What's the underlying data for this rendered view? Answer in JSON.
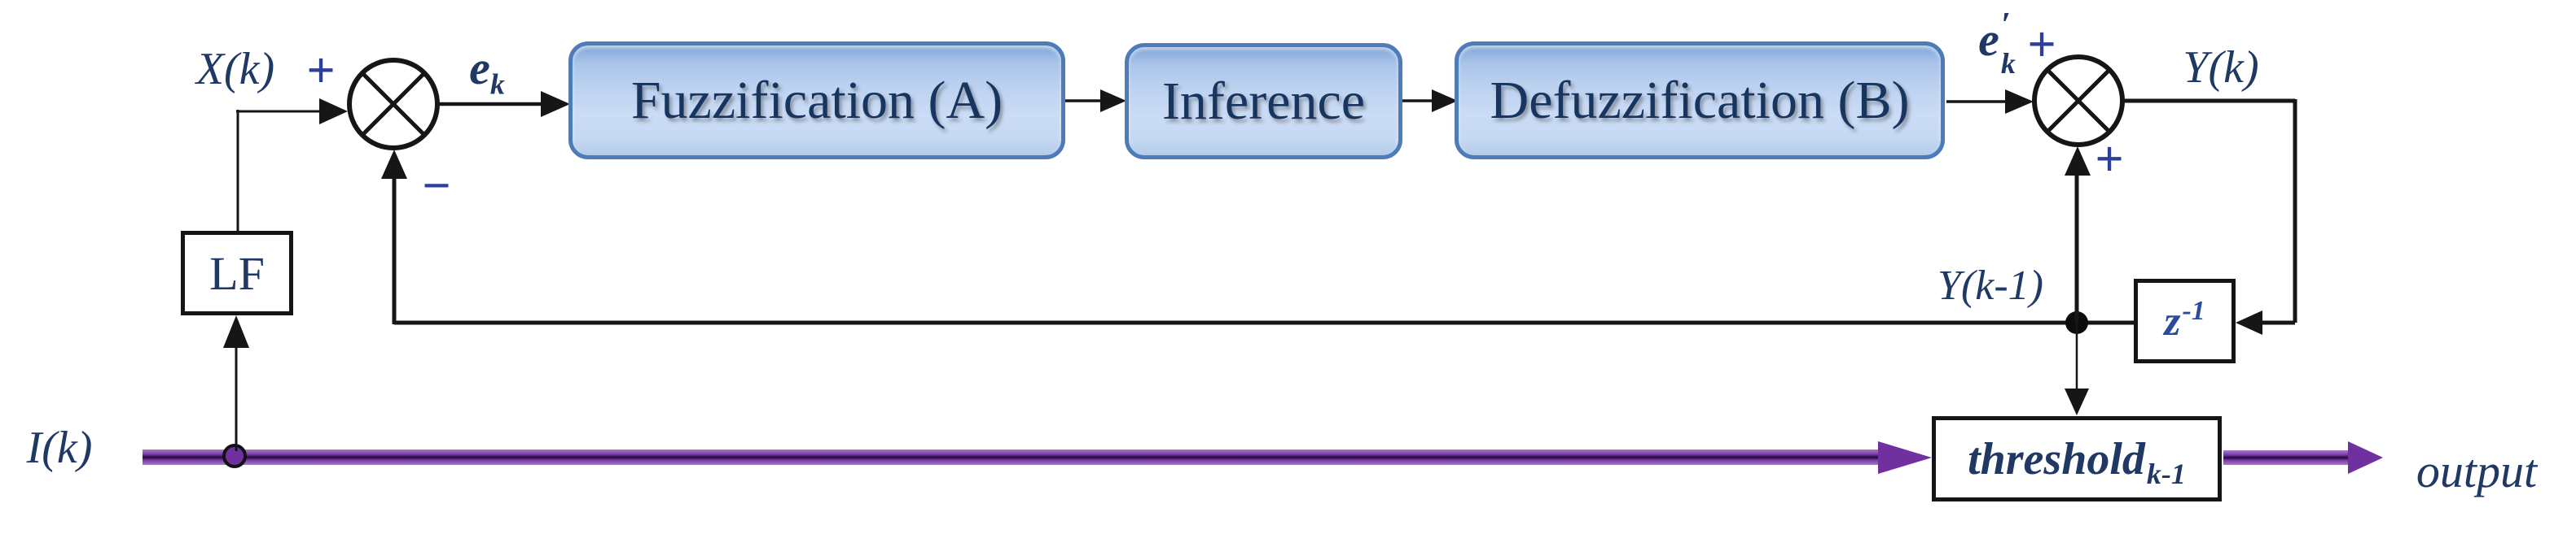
{
  "blocks": {
    "fuzzification": "Fuzzification (A)",
    "inference": "Inference",
    "defuzzification": "Defuzzification (B)",
    "lf": "LF",
    "z_base": "z",
    "z_sup": "-1",
    "threshold_base": "threshold",
    "threshold_sub": "k-1"
  },
  "labels": {
    "x_input": "X(k)",
    "i_input": "I(k)",
    "y_output": "Y(k)",
    "y_prev": "Y(k-1)",
    "output": "output",
    "error_base": "e",
    "error_sub": "k",
    "error_prime_base": "e",
    "error_prime_mark": "′",
    "error_prime_sub": "k",
    "plus_top_left": "+",
    "minus_feedback": "−",
    "plus_top_right": "+",
    "plus_bottom_right": "+"
  },
  "colors": {
    "label_navy": "#1F3864",
    "block_text_navy": "#17355E",
    "sign_blue": "#2B3F9B",
    "block_border_blue": "#4E7CB8",
    "block_fill_top": "#7FA5D7",
    "block_fill_bottom": "#CBDCF5",
    "line_black": "#161616",
    "purple": "#7030A0",
    "purple_core_dark": "#250640"
  }
}
